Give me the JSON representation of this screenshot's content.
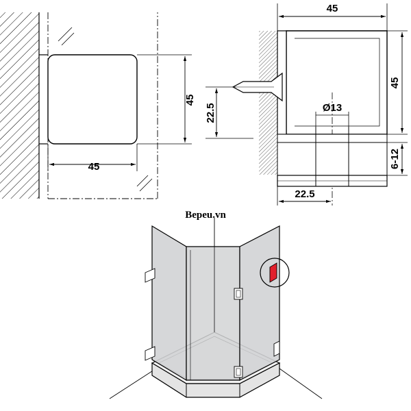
{
  "watermark": "Bepeu.vn",
  "front_view": {
    "width_label": "45",
    "height_label": "45"
  },
  "side_view": {
    "width_label": "45",
    "height_label": "45",
    "offset_label": "22.5",
    "hole_label": "Ø13",
    "thickness_label": "6-12",
    "depth_label": "22.5"
  },
  "colors": {
    "line": "#000000",
    "glass": "#d2d3d5",
    "highlight": "#e2202c",
    "floor": "#ececec"
  }
}
